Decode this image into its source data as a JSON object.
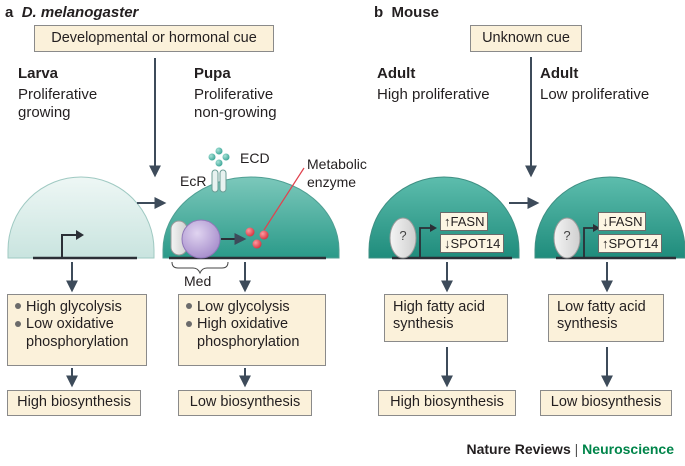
{
  "panel_a": {
    "letter": "a",
    "species": "D. melanogaster",
    "cue": "Developmental or hormonal cue",
    "larva": {
      "stage": "Larva",
      "desc_line1": "Proliferative",
      "desc_line2": "growing"
    },
    "pupa": {
      "stage": "Pupa",
      "desc_line1": "Proliferative",
      "desc_line2": "non-growing"
    },
    "labels": {
      "ecr": "EcR",
      "ecd": "ECD",
      "enzyme_line1": "Metabolic",
      "enzyme_line2": "enzyme",
      "med": "Med"
    },
    "larva_metab": {
      "item1": "High glycolysis",
      "item2_line1": "Low oxidative",
      "item2_line2": "phosphorylation"
    },
    "pupa_metab": {
      "item1": "Low glycolysis",
      "item2_line1": "High oxidative",
      "item2_line2": "phosphorylation"
    },
    "larva_outcome": "High biosynthesis",
    "pupa_outcome": "Low biosynthesis"
  },
  "panel_b": {
    "letter": "b",
    "species": "Mouse",
    "cue": "Unknown cue",
    "high": {
      "stage": "Adult",
      "desc": "High proliferative",
      "unknown": "?",
      "gene1": "FASN",
      "gene2": "SPOT14",
      "arrow1": "↑",
      "arrow2": "↓",
      "synth_line1": "High fatty acid",
      "synth_line2": "synthesis",
      "outcome": "High biosynthesis"
    },
    "low": {
      "stage": "Adult",
      "desc": "Low proliferative",
      "unknown": "?",
      "gene1": "FASN",
      "gene2": "SPOT14",
      "arrow1": "↓",
      "arrow2": "↑",
      "synth_line1": "Low fatty acid",
      "synth_line2": "synthesis",
      "outcome": "Low biosynthesis"
    }
  },
  "footer": {
    "journal": "Nature Reviews",
    "separator": "|",
    "section": "Neuroscience"
  },
  "colors": {
    "cell_light": "#d6ece8",
    "cell_teal": "#2e9e8e",
    "box_fill": "#fbf1da",
    "protein_purple": "#b8a2d8",
    "enzyme_red": "#e0424e",
    "ecd_teal": "#4fb7a8",
    "arrow": "#3d4b5a",
    "accent_green": "#00854a"
  }
}
